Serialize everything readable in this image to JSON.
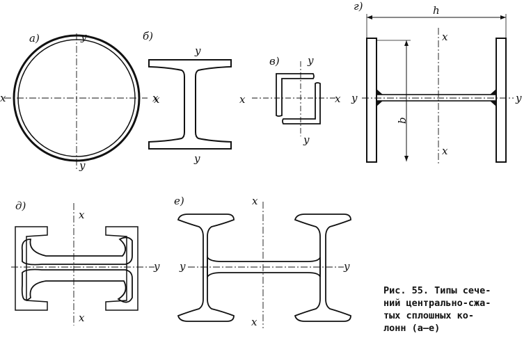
{
  "labels": {
    "a": "а)",
    "b": "б)",
    "v": "в)",
    "g": "г)",
    "d": "д)",
    "e": "е)"
  },
  "axes": {
    "x": "x",
    "y": "y"
  },
  "dims": {
    "h": "h",
    "b": "b"
  },
  "caption": {
    "line1": "Рис.  55.  Типы  сече-",
    "line2": "ний  центрально-сжа-",
    "line3": "тых   сплошных   ко-",
    "line4": "лонн  (а—е)"
  }
}
